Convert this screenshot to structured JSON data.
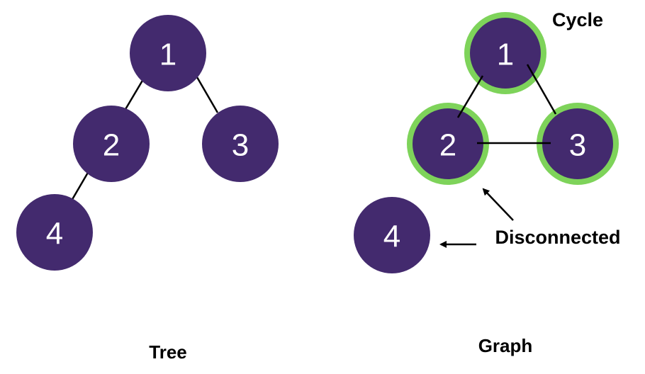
{
  "colors": {
    "node": "#432A6E",
    "cycle_ring": "#7ED35A",
    "edge": "#000000",
    "label": "#FFFFFF"
  },
  "tree": {
    "caption": "Tree",
    "nodes": [
      {
        "id": "1",
        "label": "1"
      },
      {
        "id": "2",
        "label": "2"
      },
      {
        "id": "3",
        "label": "3"
      },
      {
        "id": "4",
        "label": "4"
      }
    ],
    "edges": [
      {
        "from": "1",
        "to": "2"
      },
      {
        "from": "1",
        "to": "3"
      },
      {
        "from": "2",
        "to": "4"
      }
    ]
  },
  "graph": {
    "caption": "Graph",
    "nodes": [
      {
        "id": "1",
        "label": "1",
        "in_cycle": true
      },
      {
        "id": "2",
        "label": "2",
        "in_cycle": true
      },
      {
        "id": "3",
        "label": "3",
        "in_cycle": true
      },
      {
        "id": "4",
        "label": "4",
        "in_cycle": false
      }
    ],
    "edges": [
      {
        "from": "1",
        "to": "2"
      },
      {
        "from": "1",
        "to": "3"
      },
      {
        "from": "2",
        "to": "3"
      }
    ],
    "annotations": {
      "cycle": "Cycle",
      "disconnected": "Disconnected"
    }
  }
}
